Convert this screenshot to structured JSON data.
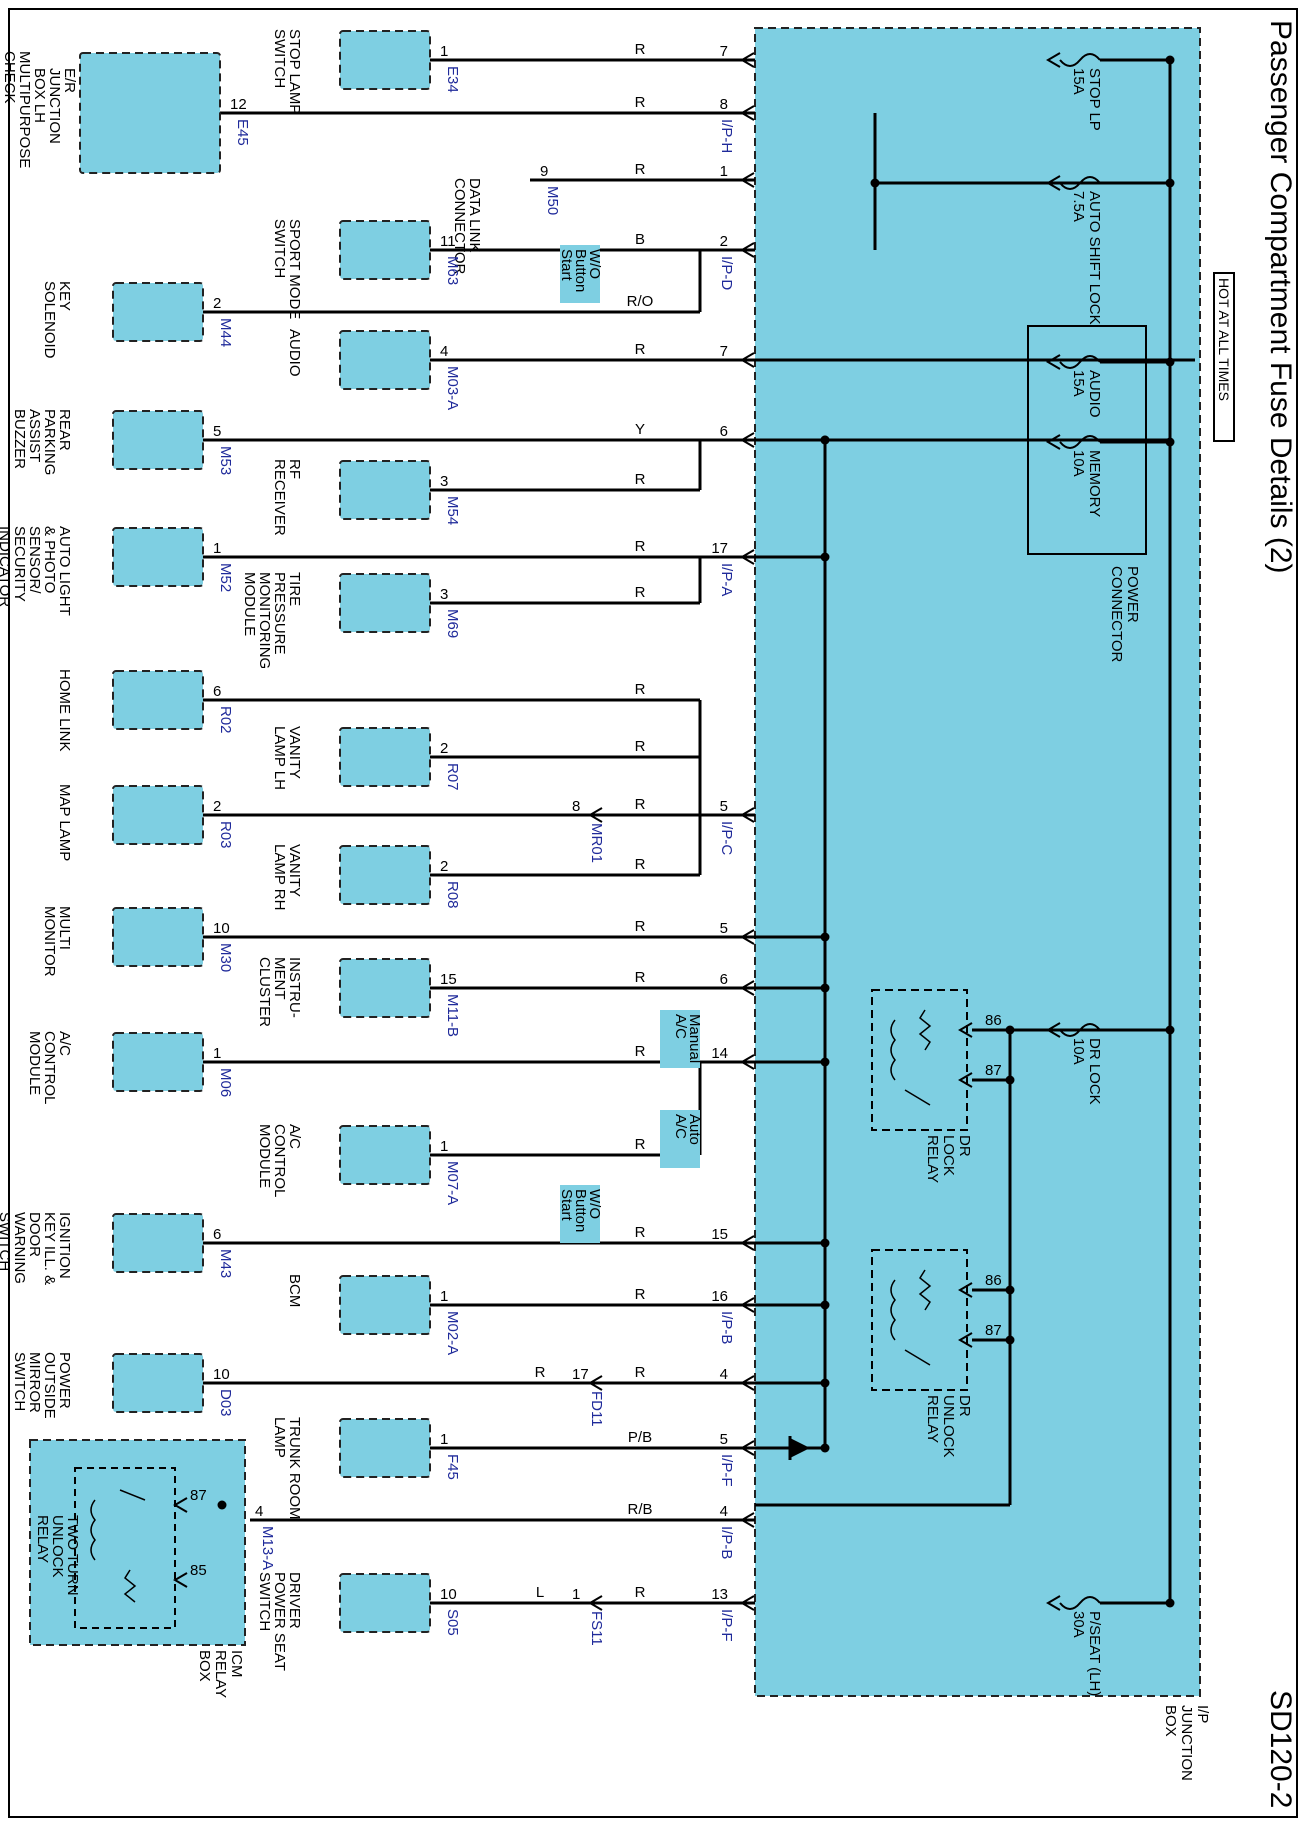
{
  "title": "Passenger Compartment Fuse Details (2)",
  "sheet_id": "SD120-2",
  "hot_at_all_times": "HOT AT ALL TIMES",
  "junction_box": {
    "label": "I/P JUNCTION BOX",
    "color": "#7ecfe2"
  },
  "fuses": [
    {
      "name": "STOP LP",
      "rating": "15A"
    },
    {
      "name": "AUTO SHIFT LOCK",
      "rating": "7.5A"
    },
    {
      "name": "AUDIO",
      "rating": "15A"
    },
    {
      "name": "MEMORY",
      "rating": "10A"
    },
    {
      "name": "DR LOCK",
      "rating": "10A"
    },
    {
      "name": "P/SEAT (LH)",
      "rating": "30A"
    }
  ],
  "power_connector": "POWER CONNECTOR",
  "relays": [
    {
      "name": "DR LOCK RELAY",
      "pin_a": "86",
      "pin_b": "87"
    },
    {
      "name": "DR UNLOCK RELAY",
      "pin_a": "86",
      "pin_b": "87"
    },
    {
      "name": "TWO TURN UNLOCK RELAY",
      "pin_a": "87",
      "pin_b": "85"
    }
  ],
  "icm_relay_box": "ICM RELAY BOX",
  "notes": [
    "W/O Button Start",
    "Manual A/C",
    "Auto A/C",
    "W/O Button Start"
  ],
  "circuits": [
    {
      "jb_pin": "7",
      "jb_conn": "",
      "wire": "R",
      "pin": "1",
      "conn": "E34",
      "component": "STOP LAMP SWITCH"
    },
    {
      "jb_pin": "8",
      "jb_conn": "I/P-H",
      "wire": "R",
      "pin": "12",
      "conn": "E45",
      "component": "MULTIPURPOSE CHECK CONNECTOR",
      "note": "E/R JUNCTION BOX LH"
    },
    {
      "jb_pin": "1",
      "jb_conn": "",
      "wire": "R",
      "pin": "9",
      "conn": "M50",
      "component": "DATA LINK CONNECTOR"
    },
    {
      "jb_pin": "2",
      "jb_conn": "I/P-D",
      "wire": "B",
      "pin": "11",
      "conn": "M63",
      "component": "SPORT MODE SWITCH"
    },
    {
      "jb_pin": "",
      "jb_conn": "",
      "wire": "R/O",
      "pin": "2",
      "conn": "M44",
      "component": "KEY SOLENOID"
    },
    {
      "jb_pin": "7",
      "jb_conn": "",
      "wire": "R",
      "pin": "4",
      "conn": "M03-A",
      "component": "AUDIO"
    },
    {
      "jb_pin": "6",
      "jb_conn": "",
      "wire": "Y",
      "pin": "5",
      "conn": "M53",
      "component": "REAR PARKING ASSIST BUZZER"
    },
    {
      "jb_pin": "",
      "jb_conn": "",
      "wire": "R",
      "pin": "3",
      "conn": "M54",
      "component": "RF RECEIVER"
    },
    {
      "jb_pin": "17",
      "jb_conn": "I/P-A",
      "wire": "R",
      "pin": "1",
      "conn": "M52",
      "component": "AUTO LIGHT & PHOTO SENSOR/ SECURITY INDICATOR"
    },
    {
      "jb_pin": "",
      "jb_conn": "",
      "wire": "R",
      "pin": "3",
      "conn": "M69",
      "component": "TIRE PRESSURE MONITORING MODULE"
    },
    {
      "jb_pin": "",
      "jb_conn": "",
      "wire": "R",
      "pin": "6",
      "conn": "R02",
      "component": "HOME LINK"
    },
    {
      "jb_pin": "",
      "jb_conn": "",
      "wire": "R",
      "pin": "2",
      "conn": "R07",
      "component": "VANITY LAMP LH"
    },
    {
      "jb_pin": "5",
      "jb_conn": "I/P-C",
      "wire": "R",
      "pin": "2",
      "conn": "R03",
      "component": "MAP LAMP",
      "inline_pin": "8",
      "inline_conn": "MR01"
    },
    {
      "jb_pin": "",
      "jb_conn": "",
      "wire": "R",
      "pin": "2",
      "conn": "R08",
      "component": "VANITY LAMP RH"
    },
    {
      "jb_pin": "5",
      "jb_conn": "",
      "wire": "R",
      "pin": "10",
      "conn": "M30",
      "component": "MULTI MONITOR"
    },
    {
      "jb_pin": "6",
      "jb_conn": "",
      "wire": "R",
      "pin": "15",
      "conn": "M11-B",
      "component": "INSTRU- MENT CLUSTER"
    },
    {
      "jb_pin": "14",
      "jb_conn": "",
      "wire": "R",
      "pin": "1",
      "conn": "M06",
      "component": "A/C CONTROL MODULE"
    },
    {
      "jb_pin": "",
      "jb_conn": "",
      "wire": "R",
      "pin": "1",
      "conn": "M07-A",
      "component": "A/C CONTROL MODULE"
    },
    {
      "jb_pin": "15",
      "jb_conn": "",
      "wire": "R",
      "pin": "6",
      "conn": "M43",
      "component": "IGNITION KEY ILL. & DOOR WARNING SWITCH"
    },
    {
      "jb_pin": "16",
      "jb_conn": "I/P-B",
      "wire": "R",
      "pin": "1",
      "conn": "M02-A",
      "component": "BCM"
    },
    {
      "jb_pin": "4",
      "jb_conn": "",
      "wire": "R",
      "pin": "10",
      "conn": "D03",
      "component": "POWER OUTSIDE MIRROR SWITCH",
      "inline_pin": "17",
      "inline_conn": "FD11",
      "wire2": "R"
    },
    {
      "jb_pin": "5",
      "jb_conn": "I/P-F",
      "wire": "P/B",
      "pin": "1",
      "conn": "F45",
      "component": "TRUNK ROOM LAMP"
    },
    {
      "jb_pin": "4",
      "jb_conn": "I/P-B",
      "wire": "R/B",
      "pin": "4",
      "conn": "M13-A",
      "component": ""
    },
    {
      "jb_pin": "13",
      "jb_conn": "I/P-F",
      "wire": "R",
      "pin": "10",
      "conn": "S05",
      "component": "DRIVER POWER SEAT SWITCH",
      "inline_pin": "1",
      "inline_conn": "FS11",
      "wire2": "L"
    }
  ]
}
